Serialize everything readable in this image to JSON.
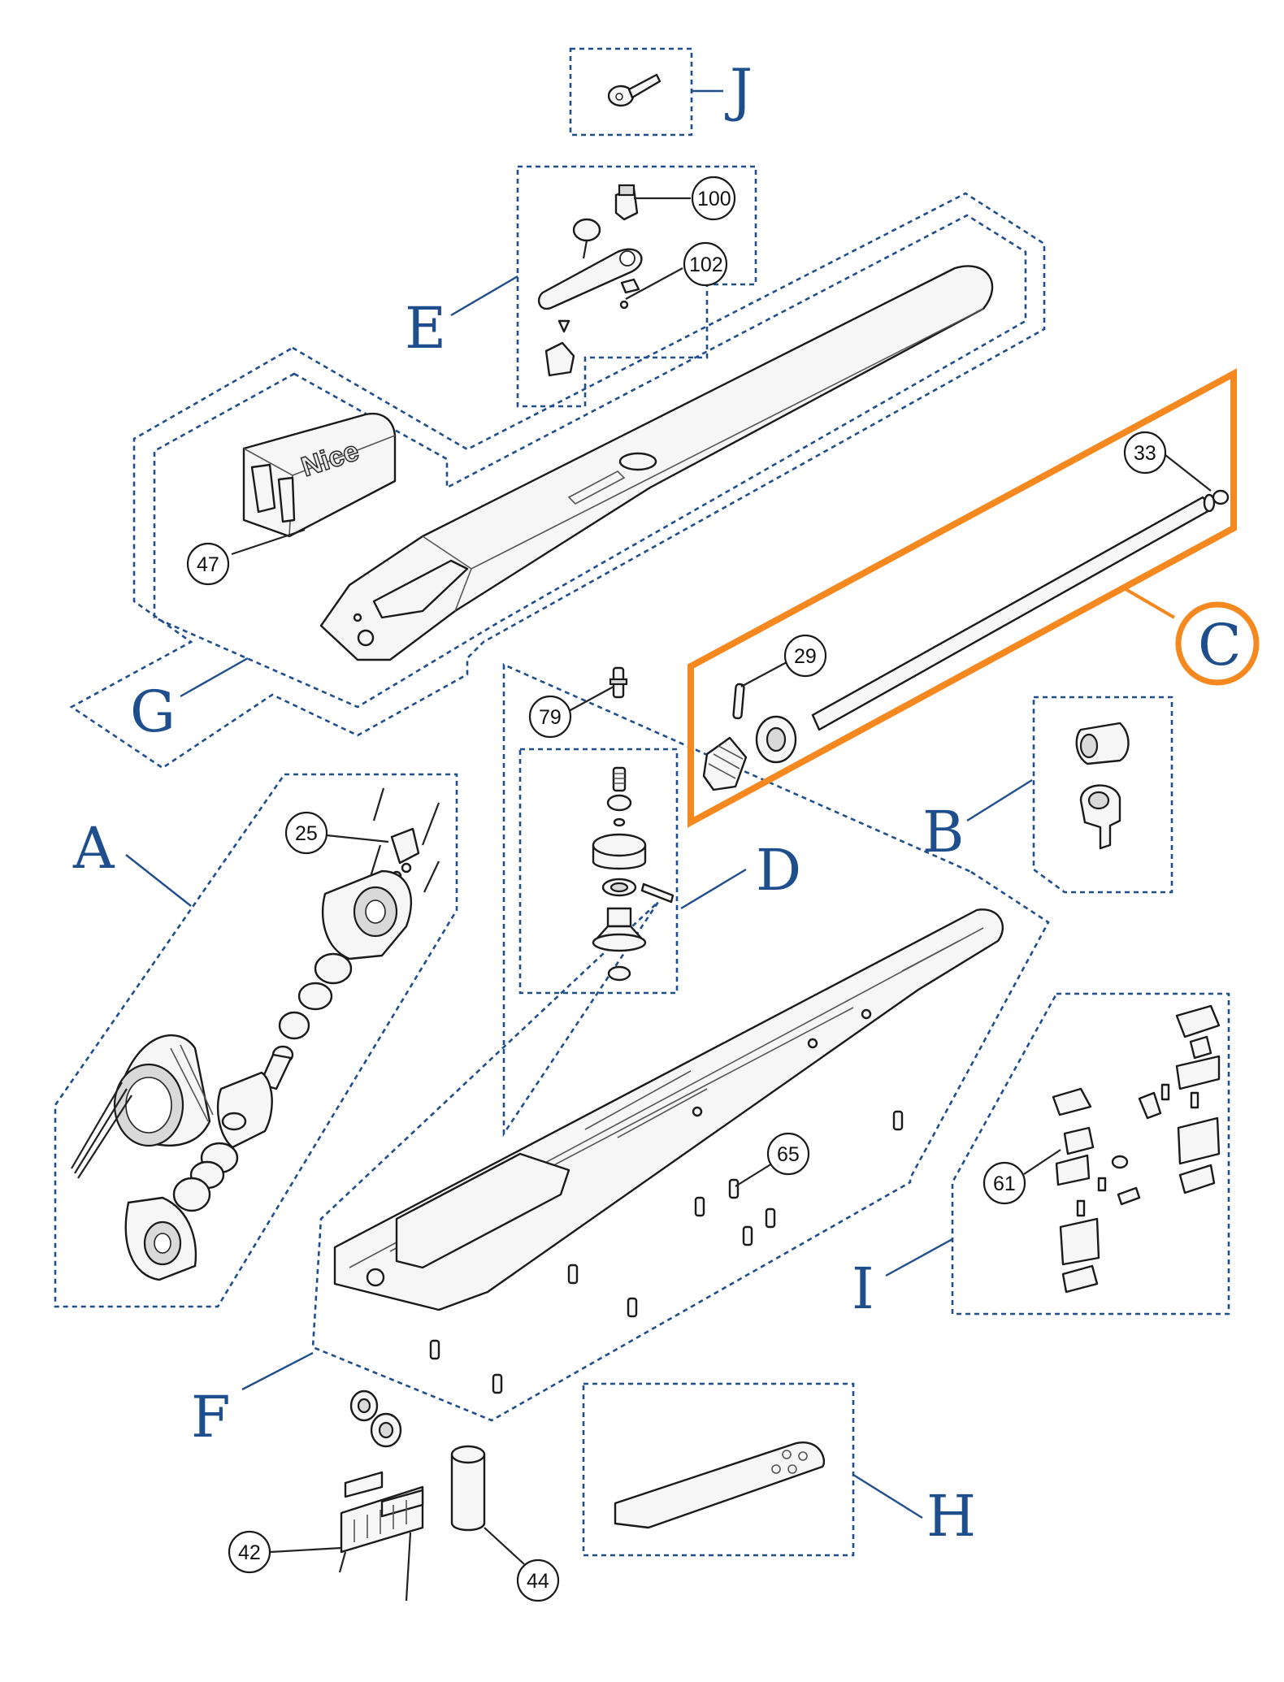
{
  "groups": {
    "A": "A",
    "B": "B",
    "C": "C",
    "D": "D",
    "E": "E",
    "F": "F",
    "G": "G",
    "H": "H",
    "I": "I",
    "J": "J"
  },
  "parts": {
    "p25": "25",
    "p29": "29",
    "p33": "33",
    "p42": "42",
    "p44": "44",
    "p47": "47",
    "p61": "61",
    "p65": "65",
    "p79": "79",
    "p100": "100",
    "p102": "102"
  },
  "brand_logo": "Nice",
  "colors": {
    "group_outline": "#1f4e8c",
    "highlight": "#f5891f",
    "part_stroke": "#1a1a1a"
  }
}
